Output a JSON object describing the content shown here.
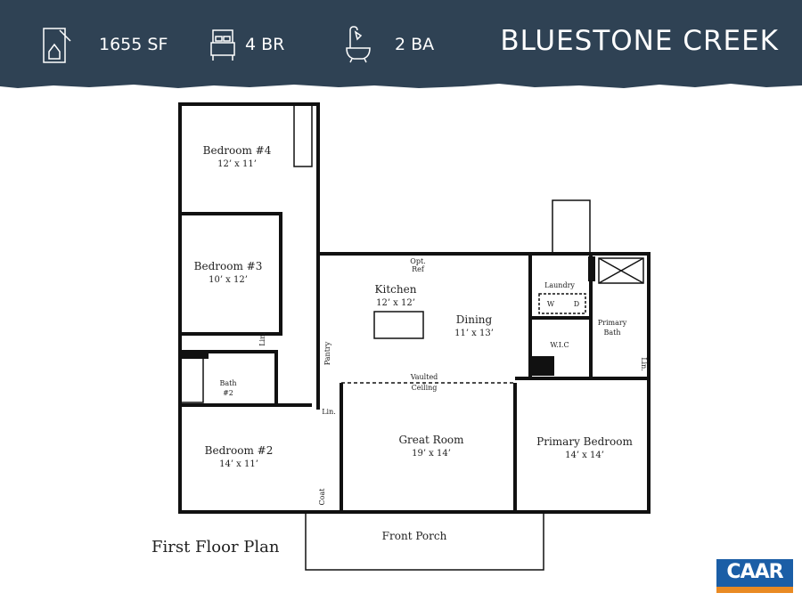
{
  "header": {
    "stats": [
      {
        "icon": "blueprint-house-icon",
        "label": "1655 SF"
      },
      {
        "icon": "bed-icon",
        "label": "4 BR"
      },
      {
        "icon": "bathtub-icon",
        "label": "2 BA"
      }
    ],
    "title": "BLUESTONE CREEK",
    "background": "#2f4254"
  },
  "plan": {
    "rooms": {
      "bedroom4": {
        "name": "Bedroom #4",
        "size": "12’ x 11’"
      },
      "bedroom3": {
        "name": "Bedroom #3",
        "size": "10’ x 12’"
      },
      "kitchen": {
        "name": "Kitchen",
        "size": "12’ x 12’"
      },
      "dining": {
        "name": "Dining",
        "size": "11’ x 13’"
      },
      "laundry": {
        "name": "Laundry",
        "washer": "W",
        "dryer": "D"
      },
      "primary_bath": {
        "name_1": "Primary",
        "name_2": "Bath"
      },
      "wic": {
        "name": "W.I.C"
      },
      "bath2": {
        "name_1": "Bath",
        "name_2": "#2"
      },
      "great_room": {
        "name": "Great Room",
        "size": "19’ x 14’"
      },
      "primary_bedroom": {
        "name": "Primary Bedroom",
        "size": "14’ x 14’"
      },
      "bedroom2": {
        "name": "Bedroom #2",
        "size": "14’ x 11’"
      },
      "front_porch": {
        "name": "Front Porch"
      }
    },
    "labels": {
      "opt_ref_1": "Opt.",
      "opt_ref_2": "Ref",
      "pantry": "Pantry",
      "vaulted_1": "Vaulted",
      "vaulted_2": "Ceiling",
      "lin": "Lin.",
      "coat": "Coat"
    },
    "caption": "First Floor Plan"
  },
  "logo": {
    "text": "CAAR",
    "colors": {
      "blue": "#1b5ea6",
      "orange": "#e98a23"
    }
  }
}
